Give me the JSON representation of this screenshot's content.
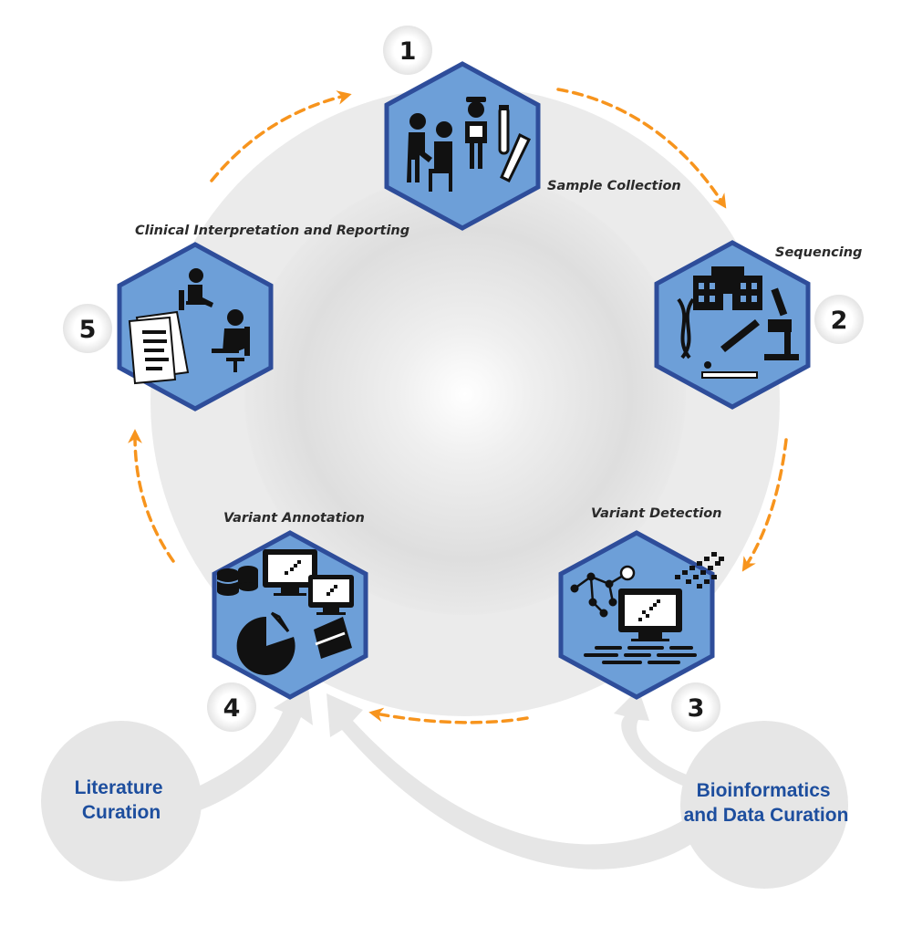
{
  "steps": [
    {
      "number": "1",
      "label": "Sample Collection",
      "icon": "clinician-patient-test-tube-icon"
    },
    {
      "number": "2",
      "label": "Sequencing",
      "icon": "lab-dna-microscope-icon"
    },
    {
      "number": "3",
      "label": "Variant Detection",
      "icon": "network-computer-reads-icon"
    },
    {
      "number": "4",
      "label": "Variant Annotation",
      "icon": "database-monitors-pie-book-icon"
    },
    {
      "number": "5",
      "label": "Clinical Interpretation and Reporting",
      "icon": "reviewers-documents-icon"
    }
  ],
  "inputs": {
    "literature": {
      "line1": "Literature",
      "line2": "Curation"
    },
    "bioinformatics": {
      "line1": "Bioinformatics",
      "line2": "and Data Curation"
    }
  },
  "colors": {
    "hex_fill": "#6d9fd8",
    "hex_border": "#2e4d9a",
    "arrow": "#f7941d",
    "side_text": "#1d4e9e",
    "ring": "#e6e6e6"
  }
}
